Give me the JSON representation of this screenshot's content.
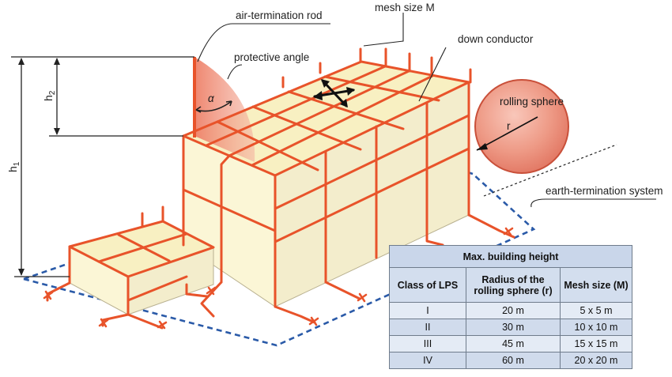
{
  "labels": {
    "air_termination_rod": "air-termination rod",
    "mesh_size": "mesh size M",
    "down_conductor": "down conductor",
    "protective_angle": "protective angle",
    "rolling_sphere": "rolling sphere",
    "earth_termination": "earth-termination system",
    "h1": "h",
    "h1_sub": "1",
    "h2": "h",
    "h2_sub": "2",
    "alpha": "α",
    "radius": "r"
  },
  "table": {
    "title": "Max. building height",
    "headers": [
      "Class of LPS",
      "Radius of the rolling sphere (r)",
      "Mesh size (M)"
    ],
    "rows": [
      [
        "I",
        "20 m",
        "5 x 5 m"
      ],
      [
        "II",
        "30 m",
        "10 x 10 m"
      ],
      [
        "III",
        "45 m",
        "15 x 15 m"
      ],
      [
        "IV",
        "60 m",
        "20 x 20 m"
      ]
    ]
  },
  "colors": {
    "conductor": "#e8532a",
    "building_face": "#fbf6d6",
    "building_top": "#f8f0c2",
    "sphere": "#e8826f",
    "earth_line": "#2a5aa8"
  }
}
